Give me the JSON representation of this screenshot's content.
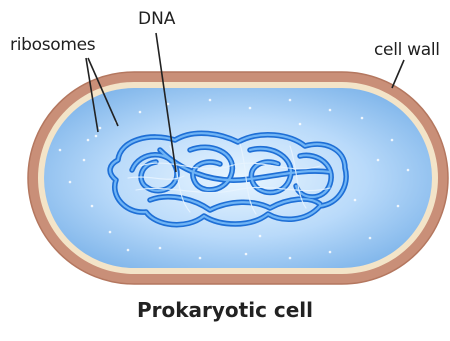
{
  "labels": {
    "ribosomes": "ribosomes",
    "dna": "DNA",
    "cell_wall": "cell wall"
  },
  "caption": "Prokaryotic cell",
  "colors": {
    "cell_wall_outer": "#c98f78",
    "cell_wall_inner": "#f3e4c8",
    "cytoplasm_light": "#dcefff",
    "cytoplasm_dark": "#7ab2e8",
    "dna_outline": "#1e6fd6",
    "dna_fill": "#5ea8f2",
    "leader_line": "#222222"
  }
}
